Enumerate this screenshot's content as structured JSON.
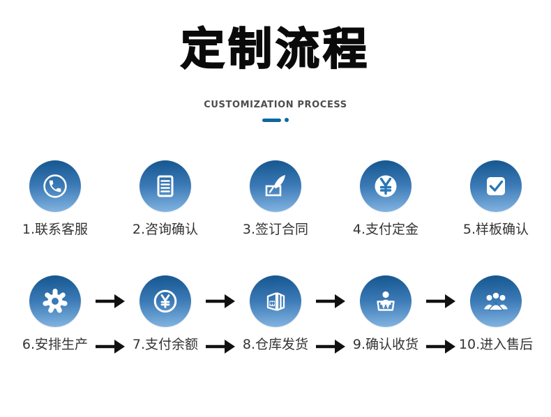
{
  "header": {
    "title": "定制流程",
    "subtitle": "CUSTOMIZATION PROCESS"
  },
  "colors": {
    "circle_gradient_top": "#15568f",
    "circle_gradient_bottom": "#84b5e2",
    "divider_blue": "#0e679f",
    "icon_blue": "#2877b8",
    "arrow_black": "#111111",
    "label_gray": "#333333",
    "title_black": "#0a0a0a",
    "background": "#ffffff"
  },
  "steps": [
    {
      "label": "1.联系客服",
      "icon": "phone-icon"
    },
    {
      "label": "2.咨询确认",
      "icon": "document-icon"
    },
    {
      "label": "3.签订合同",
      "icon": "contract-sign-icon"
    },
    {
      "label": "4.支付定金",
      "icon": "yen-coin-icon"
    },
    {
      "label": "5.样板确认",
      "icon": "check-icon"
    },
    {
      "label": "6.安排生产",
      "icon": "gear-icon"
    },
    {
      "label": "7.支付余额",
      "icon": "yen-circle-icon"
    },
    {
      "label": "8.仓库发货",
      "icon": "warehouse-icon"
    },
    {
      "label": "9.确认收货",
      "icon": "receive-goods-icon"
    },
    {
      "label": "10.进入售后",
      "icon": "after-sales-group-icon"
    }
  ]
}
